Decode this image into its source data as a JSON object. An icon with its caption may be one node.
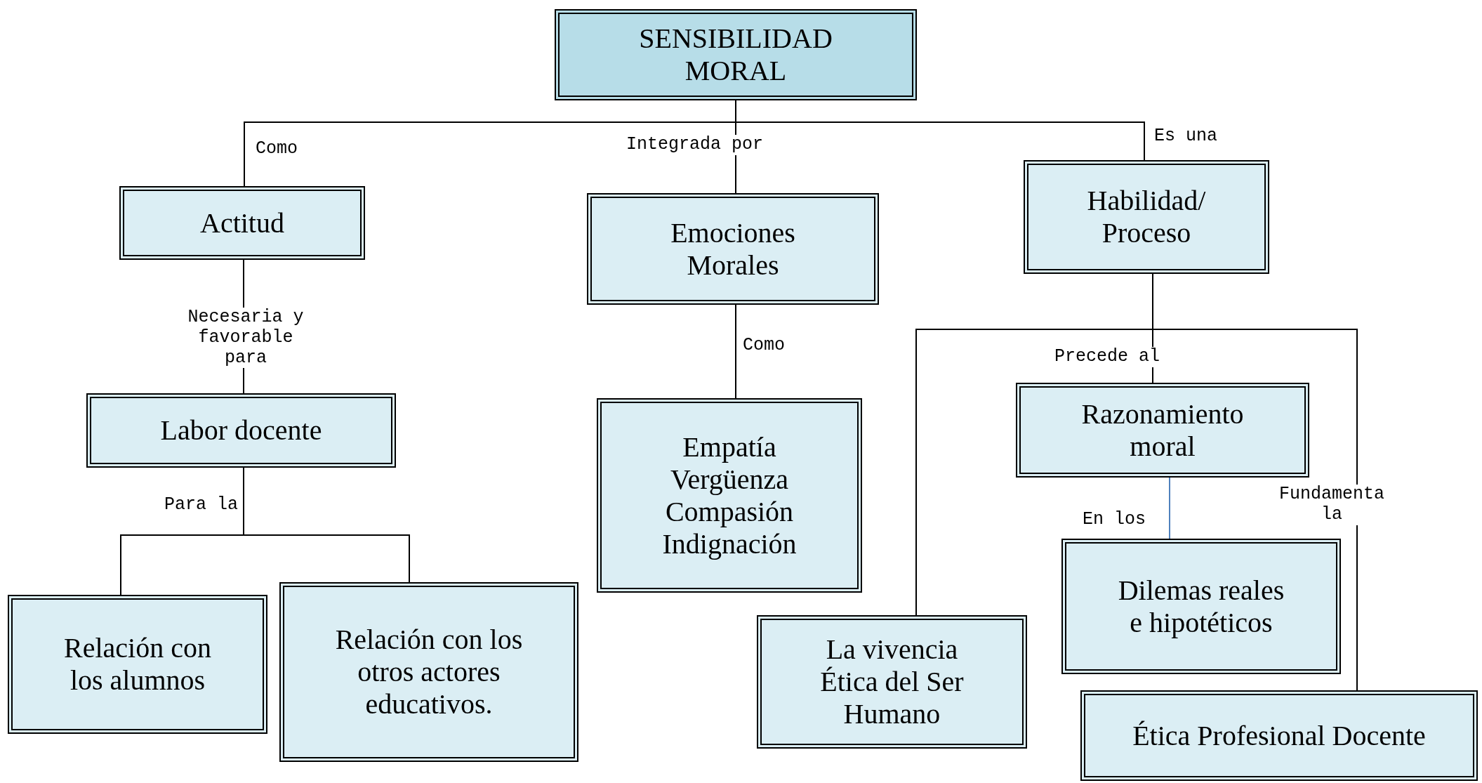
{
  "diagram": {
    "nodes": [
      {
        "text": [
          "SENSIBILIDAD MORAL"
        ]
      },
      {
        "text": [
          "Actitud"
        ]
      },
      {
        "text": [
          "Emociones Morales"
        ]
      },
      {
        "text": [
          "Habilidad/ Proceso"
        ]
      },
      {
        "text": [
          "Labor docente"
        ]
      },
      {
        "text": [
          "Empatía Vergüenza Compasión Indignación"
        ]
      },
      {
        "text": [
          "Razonamiento moral"
        ]
      },
      {
        "text": [
          "Relación con los alumnos"
        ]
      },
      {
        "text": [
          "Relación con los otros actores educativos."
        ]
      },
      {
        "text": [
          "Dilemas reales e hipotéticos"
        ]
      },
      {
        "text": [
          "La vivencia Ética del Ser Humano"
        ]
      },
      {
        "text": [
          "Ética Profesional Docente"
        ]
      }
    ],
    "edges": [
      {
        "from": 0,
        "to": 1,
        "arrow": "none",
        "label": "Como"
      },
      {
        "from": 0,
        "to": 2,
        "arrow": "none",
        "label": "Integrada  por"
      },
      {
        "from": 0,
        "to": 3,
        "arrow": "none",
        "label": "Es una"
      },
      {
        "from": 1,
        "to": 4,
        "arrow": "none",
        "label": "Necesaria y favorable para"
      },
      {
        "from": 4,
        "to": 7,
        "arrow": "none",
        "label": "Para la"
      },
      {
        "from": 4,
        "to": 8,
        "arrow": "none"
      },
      {
        "from": 2,
        "to": 5,
        "arrow": "none",
        "label": "Como"
      },
      {
        "from": 3,
        "to": 6,
        "arrow": "none",
        "label": "Precede al"
      },
      {
        "from": 3,
        "to": 10,
        "arrow": "none"
      },
      {
        "from": 3,
        "to": 11,
        "arrow": "none",
        "label": "Fundamenta la"
      },
      {
        "from": 6,
        "to": 9,
        "arrow": "none",
        "label": "En los",
        "color": "#4f81bd"
      }
    ]
  }
}
